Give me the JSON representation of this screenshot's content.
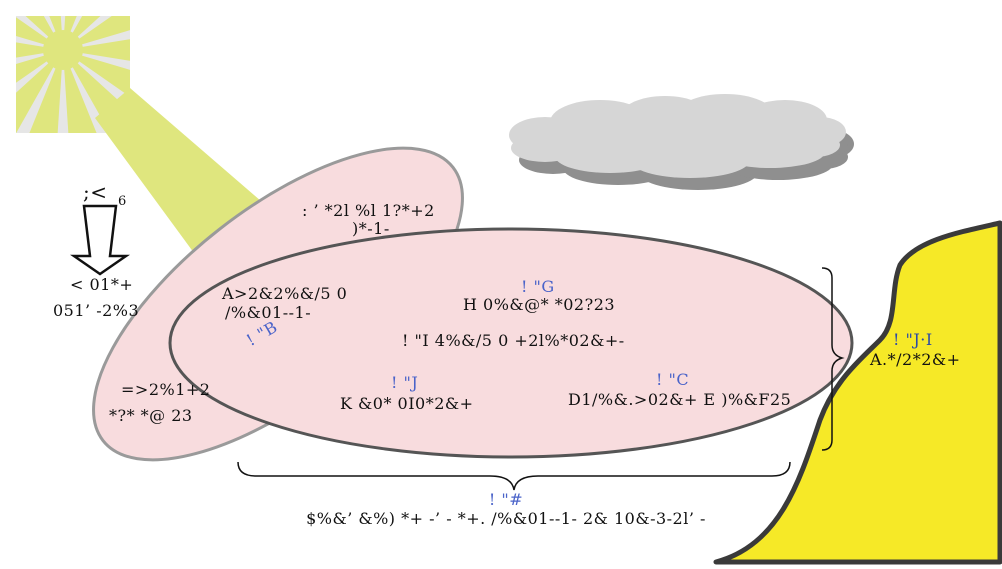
{
  "colors": {
    "sun": "#dfe67e",
    "sun_bg": "#e6e6e6",
    "ellipse_fill": "#f8dcde",
    "ellipse_stroke": "#9a9a9a",
    "big_ellipse_stroke": "#555555",
    "cloud": "#d6d6d6",
    "cloud_shadow": "#8f8f8f",
    "land": "#f6e927",
    "land_stroke": "#3a3a3a",
    "label_blue": "#4a63c9"
  },
  "icons": [
    "sun-icon",
    "cloud-icon",
    "down-arrow-icon",
    "right-brace-icon",
    "bottom-brace-icon"
  ],
  "arrow_label": {
    "main": ";<",
    "sub": "6"
  },
  "arrow_caption": {
    "line1": "< 01*+",
    "line2": "051’ -2%3"
  },
  "tilted_ellipse": {
    "top_line1": ": ’ *2l %l 1?*+2",
    "top_line2": ")*-1-",
    "bottom_line1": "=>2%1+2",
    "bottom_line2": "*?* *@ 23"
  },
  "big_ellipse": {
    "left_line1": "A>2&2%&/5 0",
    "left_line2": "/%&01--1-",
    "tag_b": "! \"B",
    "tag_g": "! \"G",
    "top_center": "H 0%&@* *02?23",
    "center": "! \"I 4%&/5 0 +2l%*02&+-",
    "tag_j": "! \"J",
    "bottom_left": "K &0* 0I0*2&+",
    "tag_c": "! \"C",
    "bottom_right": "D1/%&.>02&+ E )%&F25"
  },
  "land_label": {
    "tag": "! \"J·I",
    "text": "A.*/2*2&+"
  },
  "brace_label": {
    "tag": "! \"#",
    "text": "$%&’ &%) *+ -’ - *+. /%&01--1- 2& 10&-3-2l’ -"
  }
}
